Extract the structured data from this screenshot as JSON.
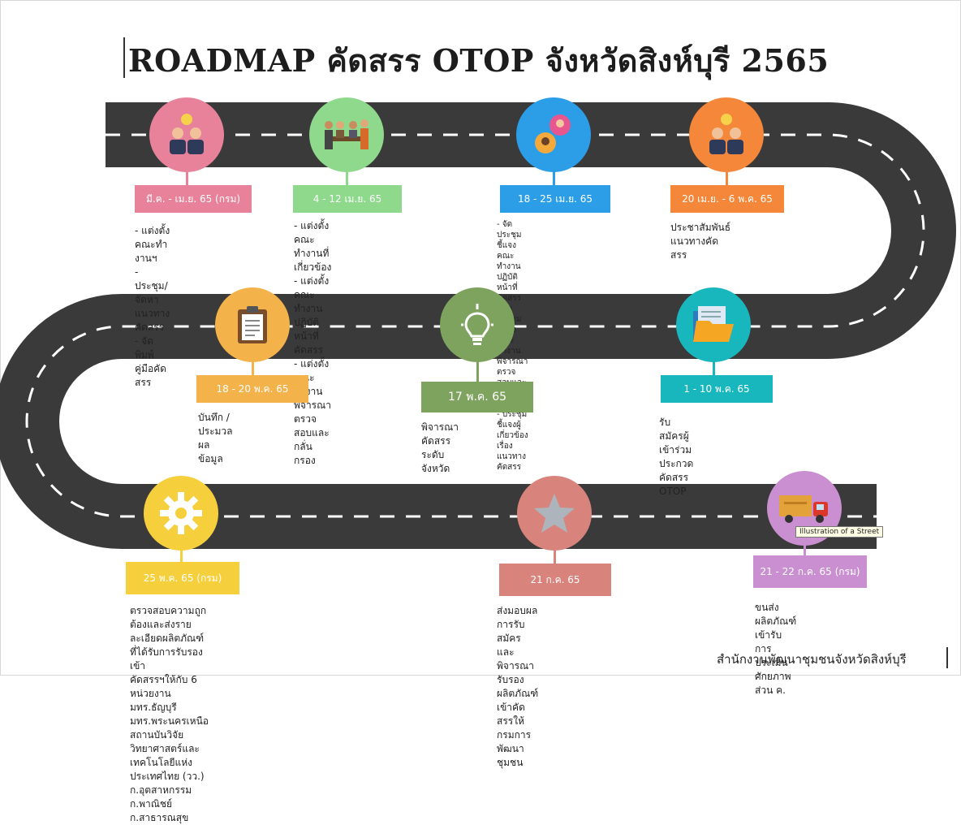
{
  "title": "ROADMAP คัดสรร OTOP จังหวัดสิงห์บุรี 2565",
  "footer": "สำนักงานพัฒนาชุมชนจังหวัดสิงห์บุรี",
  "tooltip": "Illustration of a Street",
  "milestones": [
    {
      "icon": "people-lightbulb-icon",
      "color": "#e8829a",
      "label": "มี.ค. - เม.ย. 65 (กรม)",
      "notes": [
        "- แต่งตั้งคณะทำงานฯ",
        "- ประชุม/จัดหาแนวทางคัดสรร",
        "- จัดพิมพ์คู่มือคัดสรร"
      ]
    },
    {
      "icon": "team-meeting-icon",
      "color": "#8ed98c",
      "label": "4 - 12 เม.ย. 65",
      "notes": [
        "- แต่งตั้งคณะทำงานที่เกี่ยวข้อง",
        "- แต่งตั้งคณะทำงานปฏิบัติหน้าที่คัดสรร",
        "- แต่งตั้งคณะทำงานพิจารณาตรวจสอบและ",
        "  กลั่นกรอง"
      ]
    },
    {
      "icon": "avatars-icon",
      "color": "#2c9ee8",
      "label": "18 - 25 เม.ย. 65",
      "notes": [
        "- จัดประชุมชี้แจงคณะทำงาน",
        "  ปฏิบัติหน้าที่คัดสรร",
        "- จัดประชุมชี้แจงคณะทำงานพิจารณา",
        "  ตรวจสอบและกลั่นกรอง",
        "- ประชุมชี้แจงผู้เกี่ยวข้องเรื่องแนวทาง",
        "  คัดสรร"
      ]
    },
    {
      "icon": "people-lightbulb-icon",
      "color": "#f5873a",
      "label": "20 เม.ย. - 6 พ.ค. 65",
      "notes": [
        "ประชาสัมพันธ์แนวทางคัดสรร"
      ]
    },
    {
      "icon": "clipboard-icon",
      "color": "#f3b24a",
      "label": "18 - 20 พ.ค. 65",
      "notes": [
        "บันทึก /ประมวลผลข้อมูล"
      ]
    },
    {
      "icon": "lightbulb-icon",
      "color": "#7ea35f",
      "label": "17 พ.ค. 65",
      "notes": [
        "พิจารณาคัดสรรระดับจังหวัด"
      ]
    },
    {
      "icon": "folder-icon",
      "color": "#18b7bd",
      "label": "1 - 10 พ.ค. 65",
      "notes": [
        "รับสมัครผู้เข้าร่วมประกวดคัดสรร OTOP"
      ]
    },
    {
      "icon": "gear-icon",
      "color": "#f6cf3c",
      "label": "25 พ.ค. 65 (กรม)",
      "notes": [
        "ตรวจสอบความถูกต้องและส่งรายละเอียดผลิตภัณฑ์ที่ได้รับการรับรองเข้า",
        "คัดสรรฯให้กับ 6 หน่วยงาน มทร.ธัญบุรี มทร.พระนครเหนือ สถานบันวิจัย",
        "วิทยาศาสตร์และเทคโนโลยีแห่งประเทศไทย (วว.) ก.อุตสาหกรรม",
        "ก.พาณิชย์ ก.สาธารณสุข"
      ]
    },
    {
      "icon": "star-icon",
      "color": "#d9837d",
      "label": "21 ก.ค. 65",
      "notes": [
        "ส่งมอบผลการรับสมัครและพิจารณารับรองผลิตภัณฑ์",
        "เข้าคัดสรรให้กรมการพัฒนาชุมชน"
      ]
    },
    {
      "icon": "delivery-truck-icon",
      "color": "#c98fd0",
      "label": "21 - 22 ก.ค. 65 (กรม)",
      "notes": [
        "ขนส่งผลิตภัณฑ์เข้ารับการประเมิน",
        "ศักยภาพส่วน ค."
      ]
    }
  ]
}
